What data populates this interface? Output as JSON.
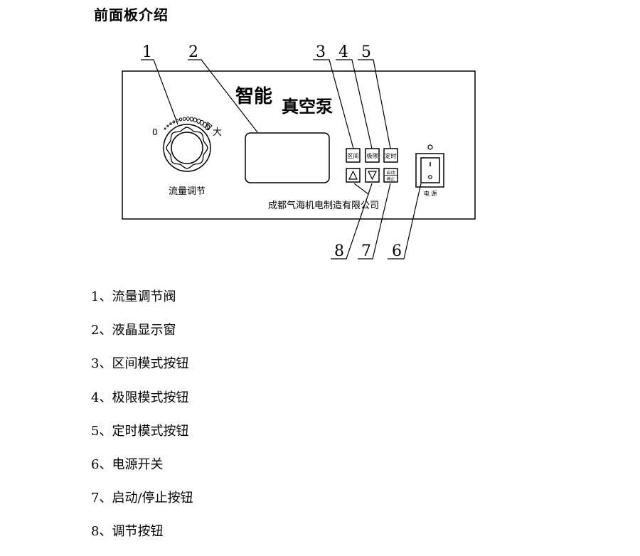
{
  "heading": "前面板介绍",
  "panel": {
    "brand_line1": "智能",
    "brand_line2": "真空泵",
    "knob_min": "0",
    "knob_max": "大",
    "knob_label": "流量调节",
    "buttons": [
      "区间",
      "极限",
      "定时"
    ],
    "start_stop_top": "启动",
    "start_stop_bottom": "停止",
    "up_symbol": "△",
    "down_symbol": "▽",
    "power_label": "电 源",
    "company": "成都气海机电制造有限公司"
  },
  "callouts": [
    "1",
    "2",
    "3",
    "4",
    "5",
    "6",
    "7",
    "8"
  ],
  "legend": [
    "1、流量调节阀",
    "2、液晶显示窗",
    "3、区间模式按钮",
    "4、极限模式按钮",
    "5、定时模式按钮",
    "6、电源开关",
    "7、启动/停止按钮",
    "8、调节按钮"
  ]
}
